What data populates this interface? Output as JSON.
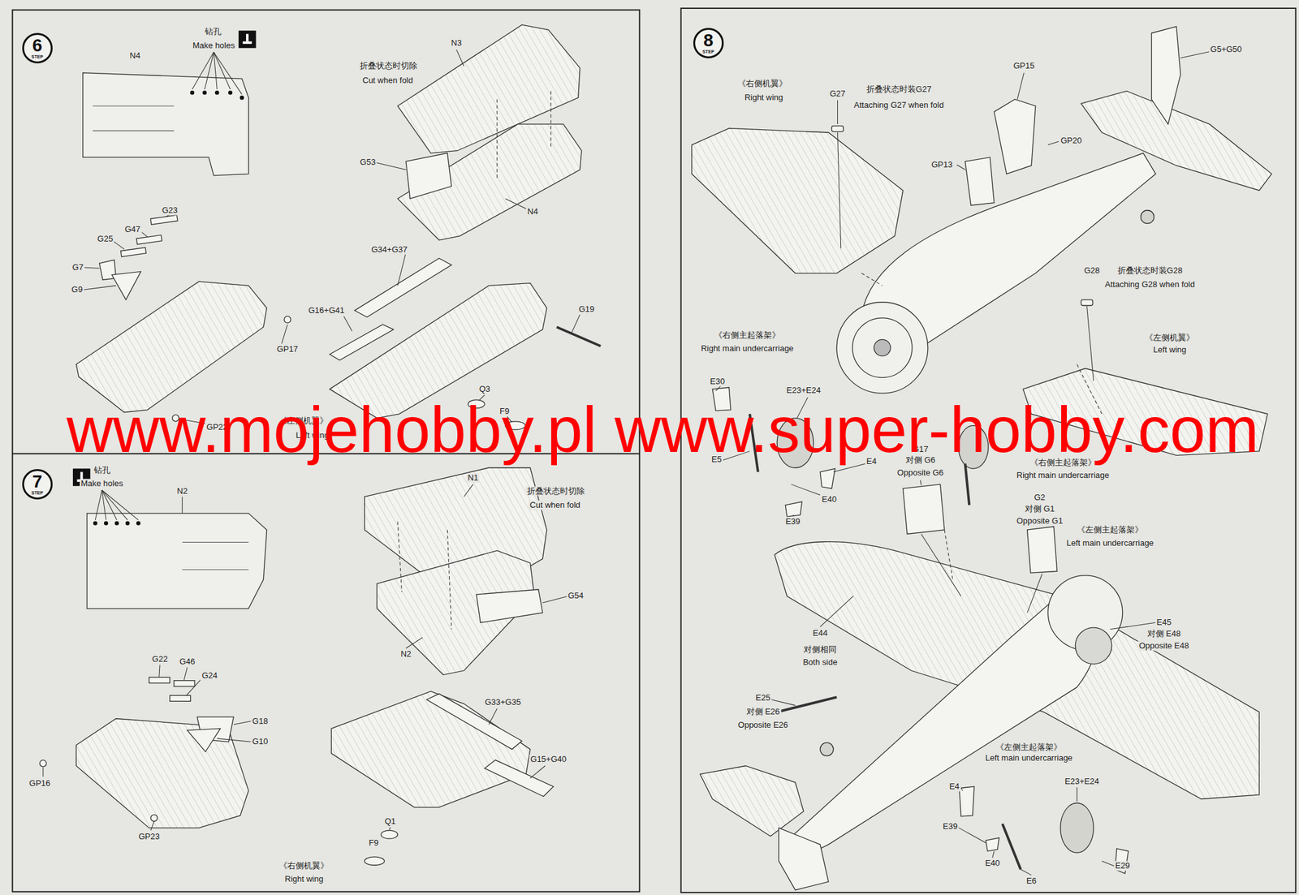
{
  "diagram": {
    "nodes": [
      {
        "text": [
          "6",
          "STEP"
        ]
      },
      {
        "text": [
          "7",
          "STEP"
        ]
      },
      {
        "text": [
          "8",
          "STEP"
        ]
      }
    ],
    "labels": [
      "钻孔",
      "Make holes",
      "N4",
      "N3",
      "折叠状态时切除",
      "Cut when fold",
      "G53",
      "N4",
      "G23",
      "G47",
      "G25",
      "G7",
      "G9",
      "G34+G37",
      "G16+G41",
      "G19",
      "GP17",
      "Q3",
      "F9",
      "GP22",
      "《左侧机翼》",
      "Left wing",
      "钻孔",
      "Make holes",
      "N1",
      "N2",
      "折叠状态时切除",
      "Cut when fold",
      "G54",
      "N2",
      "G22",
      "G46",
      "G24",
      "G33+G35",
      "G18",
      "G10",
      "G15+G40",
      "GP16",
      "Q1",
      "GP23",
      "F9",
      "《右侧机翼》",
      "Right wing",
      "G5+G50",
      "GP15",
      "《右侧机翼》",
      "Right wing",
      "G27",
      "折叠状态时装G27",
      "Attaching G27 when fold",
      "GP20",
      "GP13",
      "G28",
      "折叠状态时装G28",
      "Attaching G28 when fold",
      "《右侧主起落架》",
      "Right main undercarriage",
      "《左侧机翼》",
      "Left wing",
      "E30",
      "E23+E24",
      "G17",
      "对侧 G6",
      "Opposite G6",
      "E5",
      "E4",
      "《右侧主起落架》",
      "Right main undercarriage",
      "G2",
      "对侧 G1",
      "Opposite G1",
      "E40",
      "E39",
      "《左侧主起落架》",
      "Left main undercarriage",
      "E45",
      "对侧 E48",
      "Opposite E48",
      "E44",
      "对侧相同",
      "Both side",
      "E25",
      "对侧 E26",
      "Opposite E26",
      "《左侧主起落架》",
      "Left main undercarriage",
      "E23+E24",
      "E4",
      "E39",
      "E29",
      "E40",
      "E6",
      "www.mojehobby.pl www.super-hobby.com"
    ]
  }
}
